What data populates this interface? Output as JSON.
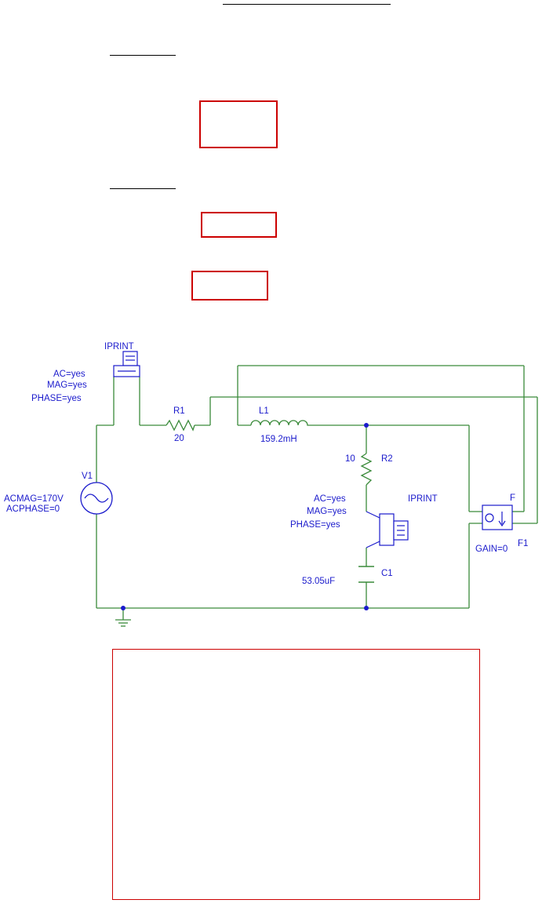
{
  "colors": {
    "wire": "#3a8a3a",
    "label": "#1a1acc",
    "node": "#1a1acc",
    "answer_box": "#cc0000",
    "title_rule": "#000000"
  },
  "circuit": {
    "source": {
      "name": "V1",
      "params": [
        "ACMAG=170V",
        "ACPHASE=0"
      ]
    },
    "r1": {
      "name": "R1",
      "value": "20"
    },
    "l1": {
      "name": "L1",
      "value": "159.2mH"
    },
    "r2": {
      "name": "R2",
      "value": "10"
    },
    "c1": {
      "name": "C1",
      "value": "53.05uF"
    },
    "meter1": {
      "name": "IPRINT",
      "params": [
        "AC=yes",
        "MAG=yes",
        "PHASE=yes"
      ]
    },
    "meter2": {
      "name": "IPRINT",
      "params": [
        "AC=yes",
        "MAG=yes",
        "PHASE=yes"
      ]
    },
    "dependent_source": {
      "name": "F1",
      "gain": "GAIN=0",
      "pin": "F"
    }
  }
}
